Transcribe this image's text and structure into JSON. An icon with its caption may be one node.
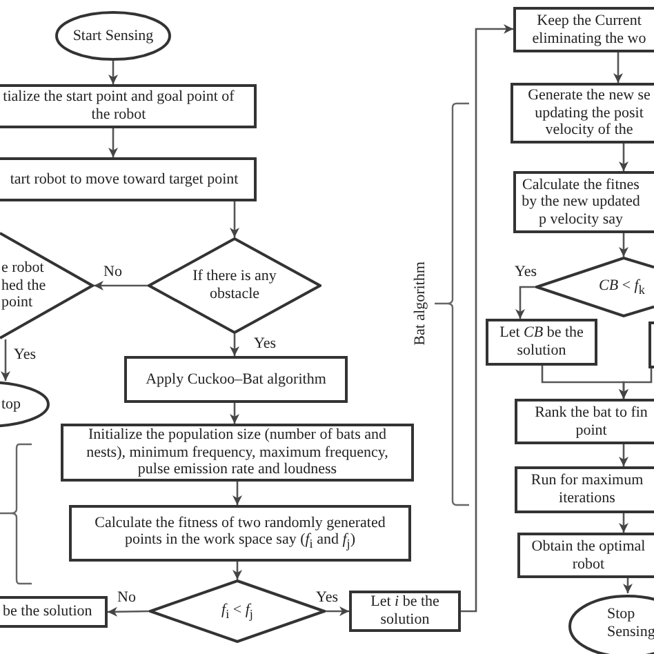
{
  "diagram": {
    "nodes": [
      {
        "text": [
          "Start Sensing"
        ]
      },
      {
        "text": [
          "tialize the start point and goal point of the robot"
        ]
      },
      {
        "text": [
          "tart robot to move toward target point"
        ]
      },
      {
        "text": [
          "If there is any obstacle"
        ]
      },
      {
        "text": [
          "e robot hed the point"
        ]
      },
      {
        "text": [
          "top"
        ]
      },
      {
        "text": [
          "Apply Cuckoo–Bat algorithm"
        ]
      },
      {
        "text": [
          "Initialize the population size (number of bats and nests), minimum frequency, maximum frequency, pulse emission rate and loudness"
        ]
      },
      {
        "text": [
          "Calculate the fitness of two randomly generated points in the work space say (*f*$_{i}$ and *f*$_{j}$)"
        ]
      },
      {
        "text": [
          "*f*$_{i}$ < *f*$_{j}$"
        ]
      },
      {
        "text": [
          "be the solution"
        ]
      },
      {
        "text": [
          "Let *i* be the solution"
        ]
      },
      {
        "text": [
          "Keep the Current eliminating the wo"
        ]
      },
      {
        "text": [
          "Generate the new se updating the posit velocity of the"
        ]
      },
      {
        "text": [
          "Calculate the fitnes by the new updated p velocity say"
        ]
      },
      {
        "text": [
          "*CB* < *f*$_{k}$"
        ]
      },
      {
        "text": [
          "Let *CB* be the solution"
        ]
      },
      {
        "text": [],
        "shape": "box"
      },
      {
        "text": [
          "Rank the bat to fin point"
        ]
      },
      {
        "text": [
          "Run for maximum iterations"
        ]
      },
      {
        "text": [
          "Obtain the optimal robot"
        ]
      },
      {
        "text": [
          "Stop Sensing"
        ]
      }
    ],
    "edges": [
      {
        "from": 0,
        "to": 1,
        "arrow": "to"
      },
      {
        "from": 1,
        "to": 2,
        "arrow": "to"
      },
      {
        "from": 2,
        "to": 3,
        "arrow": "to"
      },
      {
        "from": 3,
        "to": 4,
        "arrow": "to",
        "label": "No"
      },
      {
        "from": 4,
        "to": 5,
        "arrow": "to",
        "label": "Yes"
      },
      {
        "from": 3,
        "to": 6,
        "arrow": "to",
        "label": "Yes"
      },
      {
        "from": 6,
        "to": 7,
        "arrow": "to"
      },
      {
        "from": 7,
        "to": 8,
        "arrow": "to"
      },
      {
        "from": 8,
        "to": 9,
        "arrow": "to"
      },
      {
        "from": 9,
        "to": 10,
        "arrow": "to",
        "label": "No"
      },
      {
        "from": 9,
        "to": 11,
        "arrow": "to",
        "label": "Yes"
      },
      {
        "from": 11,
        "to": 12,
        "arrow": "to"
      },
      {
        "from": 12,
        "to": 13,
        "arrow": "to"
      },
      {
        "from": 13,
        "to": 14,
        "arrow": "to"
      },
      {
        "from": 14,
        "to": 15,
        "arrow": "to"
      },
      {
        "from": 15,
        "to": 16,
        "arrow": "to",
        "label": "Yes"
      },
      {
        "from": 16,
        "to": 18,
        "arrow": "to"
      },
      {
        "from": 17,
        "to": 18,
        "arrow": "to"
      },
      {
        "from": 18,
        "to": 19,
        "arrow": "to"
      },
      {
        "from": 19,
        "to": 20,
        "arrow": "to"
      },
      {
        "from": 20,
        "to": 21,
        "arrow": "to"
      }
    ],
    "labels": [
      "Bat algorithm"
    ]
  }
}
